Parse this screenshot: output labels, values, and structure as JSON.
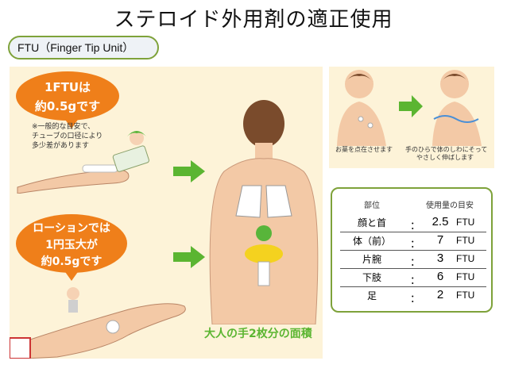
{
  "title": "ステロイド外用剤の適正使用",
  "ftu_label": "FTU（Finger Tip Unit）",
  "left_panel": {
    "bubble1": {
      "line1": "1FTUは",
      "line2": "約0.5gです"
    },
    "note": [
      "※一般的な目安で、",
      "チューブの口径により",
      "多少差があります"
    ],
    "bubble2": {
      "line1": "ローションでは",
      "line2": "1円玉大が",
      "line3": "約0.5gです"
    },
    "caption": "大人の手2枚分の面積"
  },
  "photo": {
    "caption_left": "お薬を点在させます",
    "caption_right": [
      "手のひらで体のしわにそって",
      "やさしく伸ばします"
    ]
  },
  "table": {
    "header_part": "部位",
    "header_amount": "使用量の目安",
    "rows": [
      {
        "part": "顔と首",
        "colon": "：",
        "amount": "2.5",
        "unit": "FTU"
      },
      {
        "part": "体（前）",
        "colon": "：",
        "amount": "7",
        "unit": "FTU"
      },
      {
        "part": "片腕",
        "colon": "：",
        "amount": "3",
        "unit": "FTU"
      },
      {
        "part": "下肢",
        "colon": "：",
        "amount": "6",
        "unit": "FTU"
      },
      {
        "part": "足",
        "colon": "：",
        "amount": "2",
        "unit": "FTU"
      }
    ]
  },
  "colors": {
    "accent_green": "#5bb531",
    "bubble_orange": "#ef7f1a",
    "panel_bg": "#fdf3d8",
    "border_green": "#7ea23a"
  }
}
